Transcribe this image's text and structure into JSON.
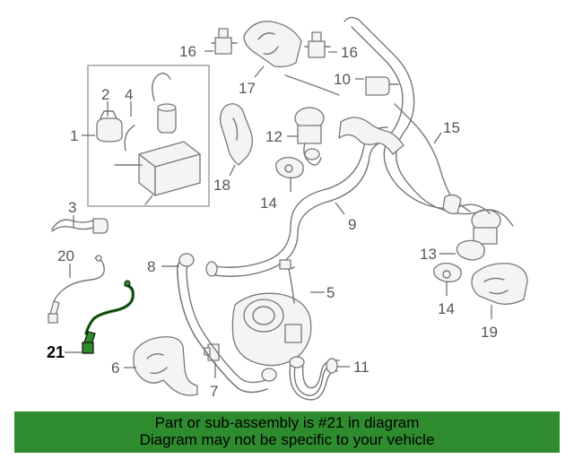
{
  "diagram": {
    "highlight_color": "#2e8b2e",
    "callouts": [
      {
        "id": "1",
        "text": "1"
      },
      {
        "id": "2",
        "text": "2"
      },
      {
        "id": "3",
        "text": "3"
      },
      {
        "id": "4",
        "text": "4"
      },
      {
        "id": "5",
        "text": "5"
      },
      {
        "id": "6",
        "text": "6"
      },
      {
        "id": "7",
        "text": "7"
      },
      {
        "id": "8",
        "text": "8"
      },
      {
        "id": "9",
        "text": "9"
      },
      {
        "id": "10",
        "text": "10"
      },
      {
        "id": "11",
        "text": "11"
      },
      {
        "id": "12",
        "text": "12"
      },
      {
        "id": "13",
        "text": "13"
      },
      {
        "id": "14a",
        "text": "14"
      },
      {
        "id": "14b",
        "text": "14"
      },
      {
        "id": "15",
        "text": "15"
      },
      {
        "id": "16a",
        "text": "16"
      },
      {
        "id": "16b",
        "text": "16"
      },
      {
        "id": "17",
        "text": "17"
      },
      {
        "id": "18",
        "text": "18"
      },
      {
        "id": "19",
        "text": "19"
      },
      {
        "id": "20",
        "text": "20"
      },
      {
        "id": "21",
        "text": "21"
      }
    ],
    "highlighted_part": "21"
  },
  "banner": {
    "line1": "Part or sub-assembly is #21 in diagram",
    "line2": "Diagram may not be specific to your vehicle",
    "background": "#2e8b2e"
  }
}
